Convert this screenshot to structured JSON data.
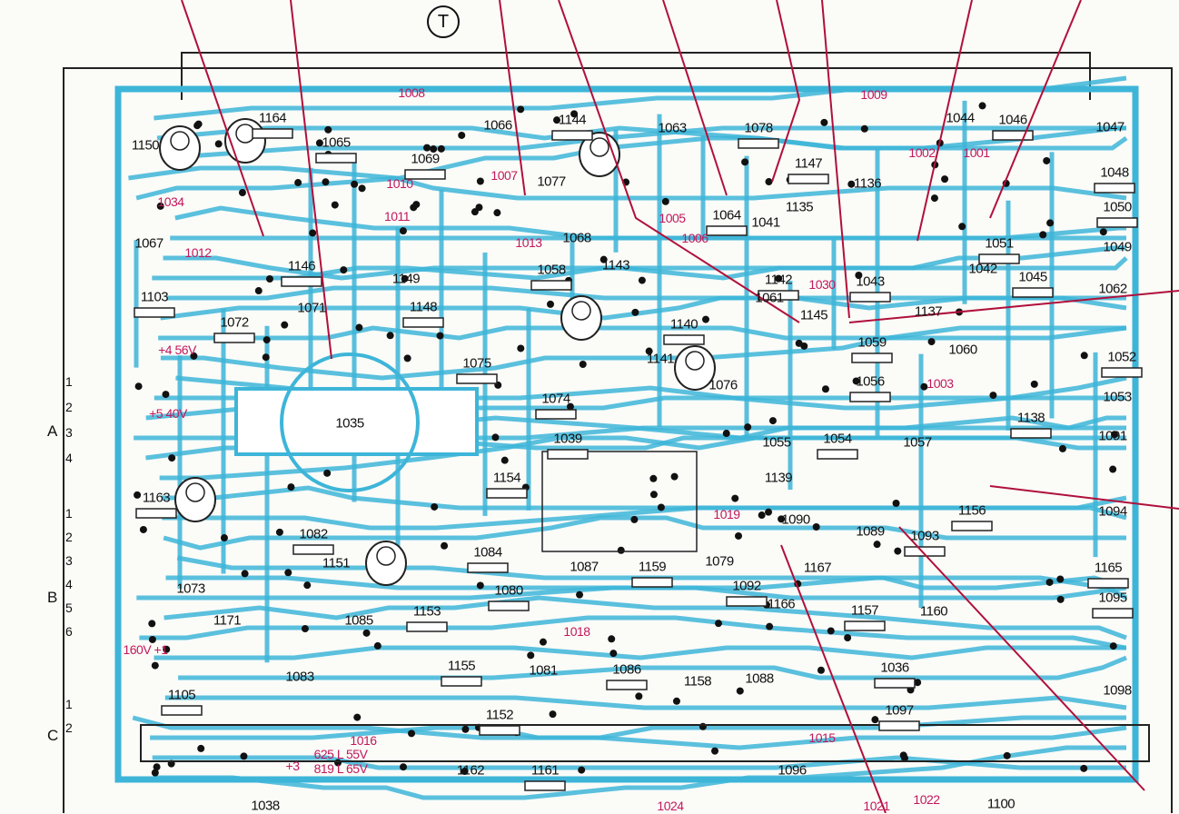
{
  "title_marker": "T",
  "colors": {
    "trace": "#3db5d8",
    "wire": "#b0103a",
    "label": "#111111",
    "red_label": "#c2185b"
  },
  "components": [
    "1164",
    "1150",
    "1065",
    "1066",
    "1144",
    "1063",
    "1078",
    "1044",
    "1046",
    "1047",
    "1069",
    "1077",
    "1147",
    "1136",
    "1048",
    "1135",
    "1064",
    "1041",
    "1050",
    "1067",
    "1146",
    "1068",
    "1051",
    "1049",
    "1058",
    "1143",
    "1142",
    "1042",
    "1045",
    "1062",
    "1103",
    "1149",
    "1148",
    "1061",
    "1043",
    "1137",
    "1072",
    "1071",
    "1140",
    "1145",
    "1059",
    "1060",
    "1052",
    "1141",
    "1075",
    "1076",
    "1056",
    "1053",
    "1074",
    "1035",
    "1138",
    "1091",
    "1039",
    "1055",
    "1054",
    "1057",
    "1154",
    "1139",
    "1163",
    "1090",
    "1156",
    "1094",
    "1082",
    "1089",
    "1093",
    "1151",
    "1084",
    "1087",
    "1159",
    "1079",
    "1092",
    "1167",
    "1165",
    "1073",
    "1080",
    "1166",
    "1157",
    "1160",
    "1095",
    "1171",
    "1153",
    "1085",
    "1036",
    "1083",
    "1155",
    "1081",
    "1086",
    "1088",
    "1105",
    "1158",
    "1097",
    "1098",
    "1152",
    "1162",
    "1161",
    "1096",
    "1038",
    "1100"
  ],
  "red_labels": [
    "1008",
    "1009",
    "1007",
    "1010",
    "1011",
    "1034",
    "1005",
    "1002",
    "1001",
    "1013",
    "1012",
    "1006",
    "1030",
    "+4 56V",
    "+5 40V",
    "1003",
    "1019",
    "1018",
    "160V +1",
    "1016",
    "625 L 55V",
    "819 L 65V",
    "+3",
    "1015",
    "1024",
    "1021",
    "1022"
  ],
  "connectors": [
    {
      "name": "A",
      "pins": [
        "1",
        "2",
        "3",
        "4"
      ]
    },
    {
      "name": "B",
      "pins": [
        "1",
        "2",
        "3",
        "4",
        "5",
        "6"
      ]
    },
    {
      "name": "C",
      "pins": [
        "1",
        "2"
      ]
    }
  ]
}
